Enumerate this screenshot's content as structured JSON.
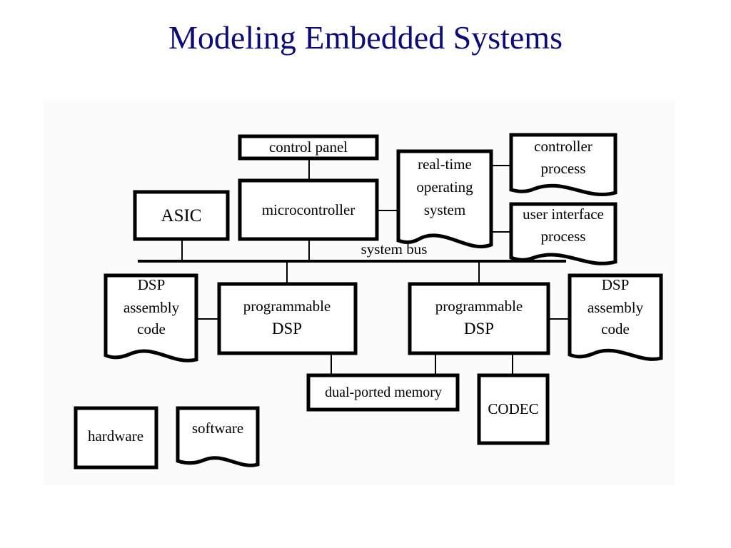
{
  "title": "Modeling Embedded Systems",
  "colors": {
    "title": "#0b0b7a",
    "ink": "#000000",
    "background": "#ffffff",
    "diagram_background": "#fbfbfb"
  },
  "diagram": {
    "hardware": {
      "control_panel": "control panel",
      "microcontroller": "microcontroller",
      "asic": "ASIC",
      "dsp_left": [
        "programmable",
        "DSP"
      ],
      "dsp_right": [
        "programmable",
        "DSP"
      ],
      "memory": "dual-ported memory",
      "codec": "CODEC"
    },
    "software": {
      "rtos": [
        "real-time",
        "operating",
        "system"
      ],
      "controller_process": [
        "controller",
        "process"
      ],
      "ui_process": [
        "user interface",
        "process"
      ],
      "dsp_code_left": [
        "DSP",
        "assembly",
        "code"
      ],
      "dsp_code_right": [
        "DSP",
        "assembly",
        "code"
      ]
    },
    "bus_label": "system bus",
    "legend": {
      "hardware": "hardware",
      "software": "software"
    }
  }
}
